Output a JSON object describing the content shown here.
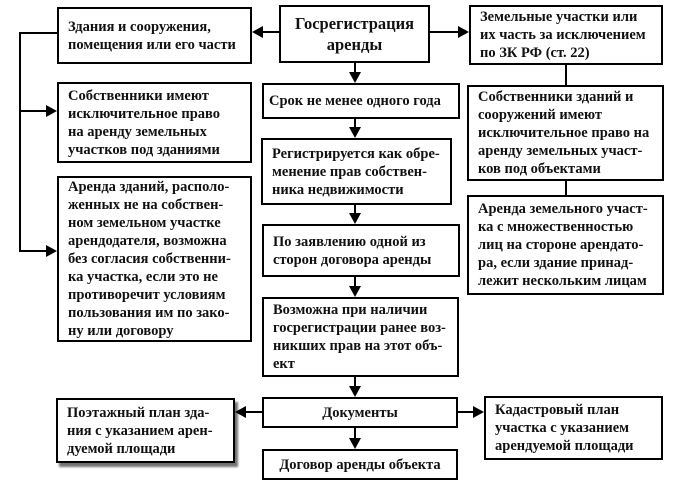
{
  "colors": {
    "background": "#ffffff",
    "border": "#000000",
    "text": "#111111"
  },
  "nodes": {
    "main": "Госрегистрация\nаренды",
    "buildings": "Здания и сооружения,\nпомещения или его части",
    "land_plots": "Земельные участки или\nих часть за исключением\nпо ЗК РФ (ст. 22)",
    "owners_exclusive_right": "Собственники имеют\nисключительное право\nна аренду земельных\nучастков под зданиями",
    "lease_without_consent": "Аренда зданий, располо-\nженных не на собствен-\nном земельном участке\nарендодателя, возможна\nбез согласия собственни-\nка участка, если это не\nпротиворечит условиям\nпользования им по зако-\nну или договору",
    "term": "Срок не менее одного года",
    "encumbrance": "Регистрируется как обре-\nменение прав собствен-\nника недвижимости",
    "application": "По заявлению одной из\nсторон договора аренды",
    "prior_rights": "Возможна при наличии\nгосрегистрации ранее воз-\nникших прав на этот объ-\nект",
    "documents": "Документы",
    "lease_contract": "Договор аренды объекта",
    "floor_plan": "Поэтажный план зда-\nния с указанием арен-\nдуемой площади",
    "cadastral_plan": "Кадастровый план\nучастка с указанием\nарендуемой площади",
    "building_owners_right": "Собственники зданий и\nсооружений имеют\nисключительное право на\nаренду земельных участ-\nков под объектами",
    "multiple_persons": "Аренда земельного участ-\nка с множественностью\nлиц на стороне арендато-\nра, если здание принад-\nлежит нескольким лицам"
  }
}
